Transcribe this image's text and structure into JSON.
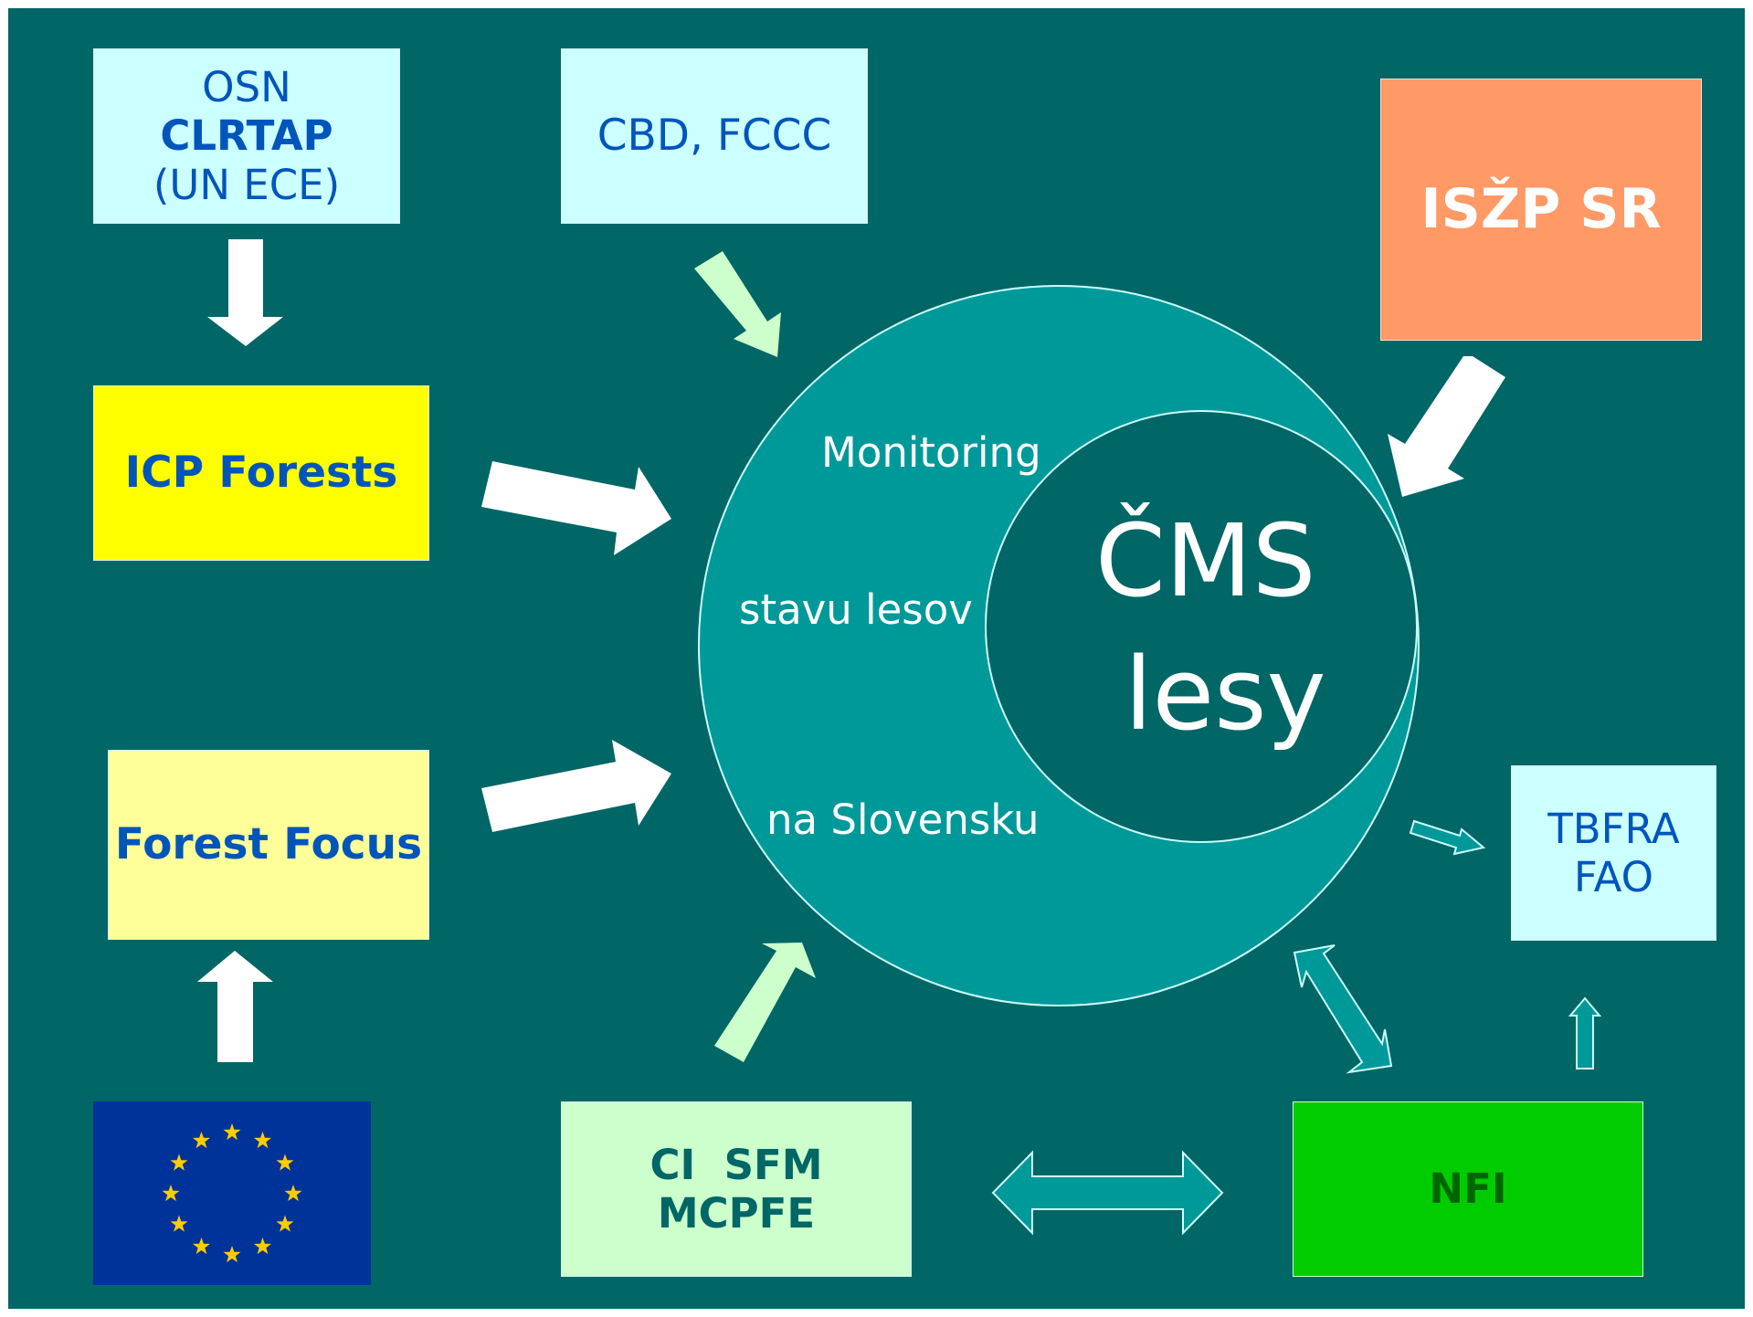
{
  "colors": {
    "background": "#006666",
    "circle_fill": "#009999",
    "arrow_white": "#ffffff",
    "arrow_pale_green": "#ccffcc",
    "arrow_teal": "#009999",
    "text_blue": "#0055bb",
    "text_green": "#006666",
    "text_white": "#ffffff",
    "eu_blue": "#003399",
    "eu_star": "#ffcc00"
  },
  "boxes": {
    "osn_clrtap": {
      "line1": "OSN",
      "line2": "CLRTAP",
      "line3": "(UN ECE)",
      "fill": "#ccffff"
    },
    "cbd_fccc": {
      "label": "CBD, FCCC",
      "fill": "#ccffff"
    },
    "iszp_sr": {
      "label": "ISŽP SR",
      "fill": "#ff9966"
    },
    "icp_forests": {
      "label": "ICP Forests",
      "fill": "#ffff00"
    },
    "forest_focus": {
      "label": "Forest Focus",
      "fill": "#ffff99"
    },
    "tbfra_fao": {
      "line1": "TBFRA",
      "line2": "FAO",
      "fill": "#ccffff"
    },
    "ci_sfm_mcpfe": {
      "line1": "CI  SFM",
      "line2": "MCPFE",
      "fill": "#ccffcc"
    },
    "nfi": {
      "label": "NFI",
      "fill": "#00cc00"
    }
  },
  "center": {
    "outer_line1": "Monitoring",
    "outer_line2": "stavu lesov",
    "outer_line3": "na Slovensku",
    "inner_line1": "ČMS",
    "inner_line2": "lesy"
  },
  "eu_flag": {
    "star_count": 12
  },
  "arrows": [
    {
      "name": "arrow-clrtap-to-icp",
      "style": "white",
      "direction": "down"
    },
    {
      "name": "arrow-cbd-to-center",
      "style": "pale-green",
      "direction": "down-right"
    },
    {
      "name": "arrow-iszp-to-center",
      "style": "white",
      "direction": "down-left"
    },
    {
      "name": "arrow-icp-to-center",
      "style": "white",
      "direction": "right"
    },
    {
      "name": "arrow-forestfocus-to-center",
      "style": "white",
      "direction": "right"
    },
    {
      "name": "arrow-eu-to-forestfocus",
      "style": "white",
      "direction": "up"
    },
    {
      "name": "arrow-ci-sfm-to-center",
      "style": "pale-green",
      "direction": "up-right"
    },
    {
      "name": "arrow-center-nfi",
      "style": "teal",
      "direction": "both"
    },
    {
      "name": "arrow-ci-sfm-nfi",
      "style": "teal",
      "direction": "both"
    },
    {
      "name": "arrow-center-to-tbfra",
      "style": "teal",
      "direction": "right"
    },
    {
      "name": "arrow-nfi-to-tbfra",
      "style": "teal",
      "direction": "up"
    }
  ]
}
